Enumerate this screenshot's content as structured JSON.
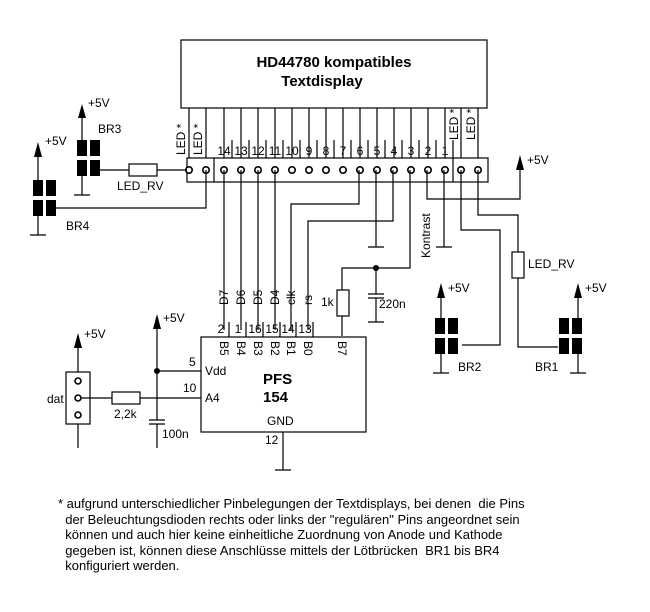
{
  "display": {
    "title_line1": "HD44780 kompatibles",
    "title_line2": "Textdisplay",
    "pins": [
      "14",
      "13",
      "12",
      "11",
      "10",
      "9",
      "8",
      "7",
      "6",
      "5",
      "4",
      "3",
      "2",
      "1"
    ],
    "led_label": "LED *"
  },
  "mcu": {
    "name_line1": "PFS",
    "name_line2": "154",
    "port_labels": [
      "B5",
      "B4",
      "B3",
      "B2",
      "B1",
      "B0",
      "B7"
    ],
    "port_pins": [
      "2",
      "1",
      "16",
      "15",
      "14",
      "13"
    ],
    "signal_labels": [
      "D7",
      "D6",
      "D5",
      "D4",
      "clk",
      "rs"
    ],
    "vdd_label": "Vdd",
    "vdd_pin": "5",
    "a4_label": "A4",
    "a4_pin": "10",
    "gnd_label": "GND",
    "gnd_pin": "12"
  },
  "components": {
    "supply": "+5V",
    "led_resistor": "LED_RV",
    "contrast_label": "Kontrast",
    "r_contrast": "1k",
    "c_contrast": "220n",
    "r_dat": "2,2k",
    "c_vdd": "100n",
    "dat_label": "dat",
    "bridges": [
      "BR1",
      "BR2",
      "BR3",
      "BR4"
    ]
  },
  "footnote": {
    "lines": [
      "* aufgrund unterschiedlicher Pinbelegungen der Textdisplays, bei denen  die Pins",
      "  der Beleuchtungsdioden rechts oder links der \"regulären\" Pins angeordnet sein",
      "  können und auch hier keine einheitliche Zuordnung von Anode und Kathode",
      "  gegeben ist, können diese Anschlüsse mittels der Lötbrücken  BR1 bis BR4",
      "  konfiguriert werden."
    ]
  }
}
